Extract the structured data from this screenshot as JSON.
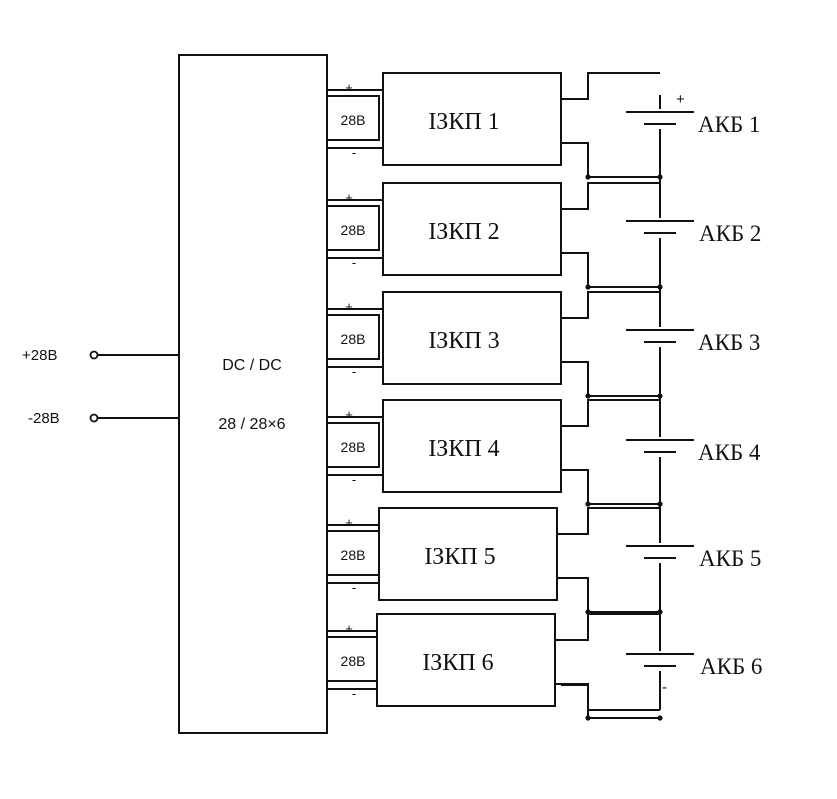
{
  "inputs": {
    "positive_label": "+28В",
    "negative_label": "-28В"
  },
  "converter": {
    "line1": "DC / DC",
    "line2": "28 / 28×6"
  },
  "channels": [
    {
      "voltage": "28В",
      "plus": "+",
      "minus": "-",
      "charger": "ІЗКП  1",
      "battery": "АКБ 1"
    },
    {
      "voltage": "28В",
      "plus": "+",
      "minus": "-",
      "charger": "ІЗКП  2",
      "battery": "АКБ 2"
    },
    {
      "voltage": "28В",
      "plus": "+",
      "minus": "-",
      "charger": "ІЗКП  3",
      "battery": "АКБ 3"
    },
    {
      "voltage": "28В",
      "plus": "+",
      "minus": "-",
      "charger": "ІЗКП  4",
      "battery": "АКБ 4"
    },
    {
      "voltage": "28В",
      "plus": "+",
      "minus": "-",
      "charger": "ІЗКП 5",
      "battery": "АКБ 5"
    },
    {
      "voltage": "28В",
      "plus": "+",
      "minus": "-",
      "charger": "ІЗКП  6",
      "battery": "АКБ 6"
    }
  ],
  "stack": {
    "plus": "+",
    "minus": "-"
  }
}
